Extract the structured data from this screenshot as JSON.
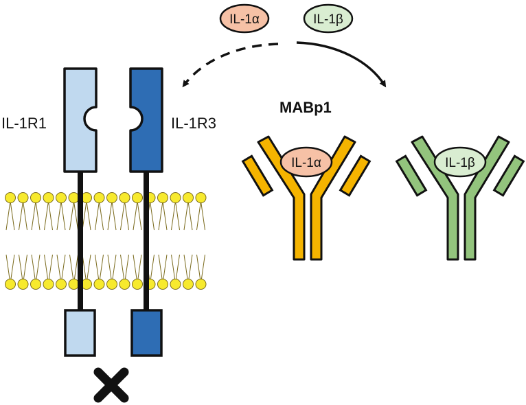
{
  "receptors": {
    "r1": {
      "label": "IL-1R1",
      "color": "#c0d9ef"
    },
    "r3": {
      "label": "IL-1R3",
      "color": "#2e6db4"
    }
  },
  "ligands": {
    "alpha": {
      "label": "IL-1α",
      "color": "#f6c1a6"
    },
    "beta": {
      "label": "IL-1β",
      "color": "#d9edd1"
    }
  },
  "antibody": {
    "label": "MABp1",
    "alpha_color": "#f5b400",
    "beta_color": "#93c47d",
    "bound_alpha_label": "IL-1α",
    "bound_beta_label": "IL-1β"
  },
  "membrane": {
    "head_color": "#f7ea2e"
  },
  "signal": {
    "icon": "cross-icon",
    "blocked": true
  }
}
